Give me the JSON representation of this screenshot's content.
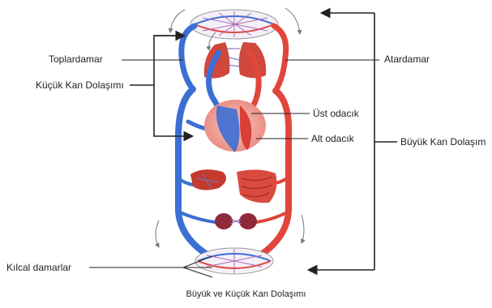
{
  "labels": {
    "toplardamar": "Toplardamar",
    "kucuk_kan_dolasimi": "Küçük Kan Dolaşımı",
    "kilcal_damarlar": "Kılcal damarlar",
    "atardamar": "Atardamar",
    "ust_odacik": "Üst odacık",
    "alt_odacik": "Alt odacık",
    "buyuk_kan_dolasim": "Büyük Kan Dolaşım"
  },
  "caption": "Büyük  ve Küçük Kan Dolaşımı",
  "colors": {
    "vein_blue": "#3c6fd4",
    "artery_red": "#e0463c",
    "organ_red": "#c43a2f",
    "heart_pink": "#f2a7a0",
    "line_black": "#222222"
  }
}
